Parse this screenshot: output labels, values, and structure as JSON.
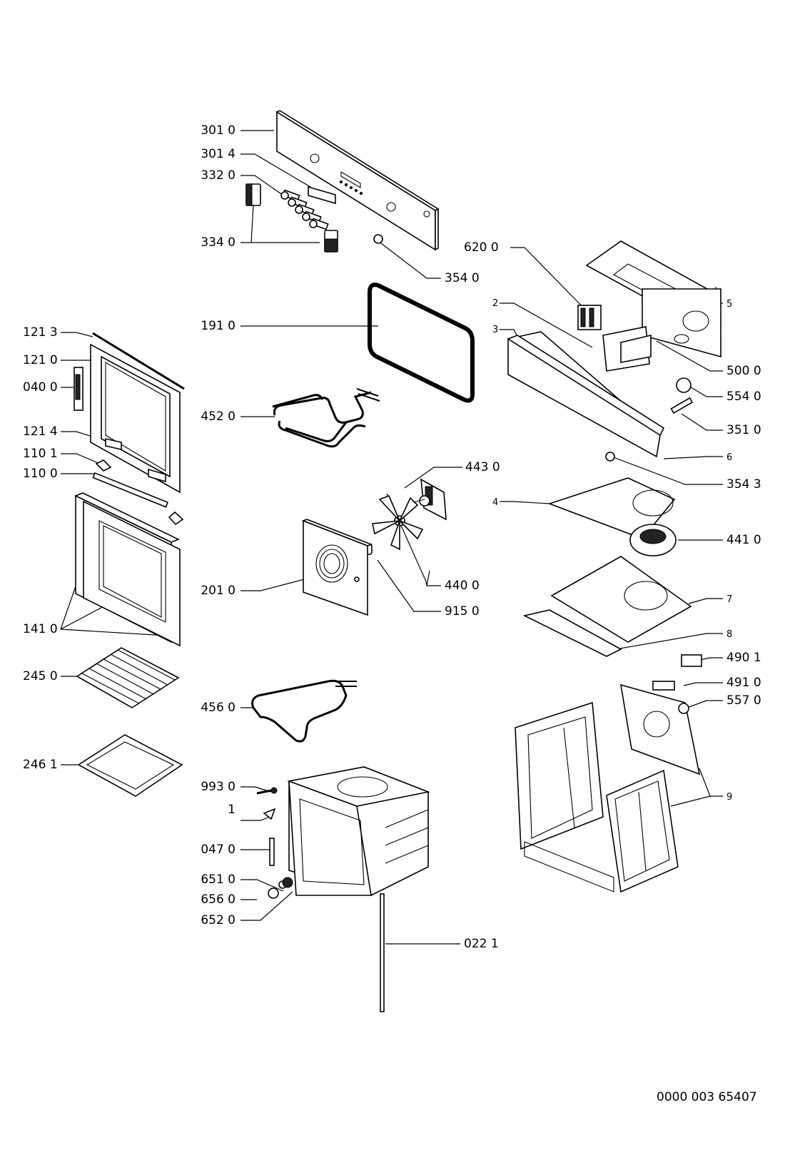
{
  "labels": {
    "p3010": "301 0",
    "p3014": "301 4",
    "p3320": "332 0",
    "p3340": "334 0",
    "p3540": "354 0",
    "p1910": "191 0",
    "p1213": "121 3",
    "p1210": "121 0",
    "p0400": "040 0",
    "p1214": "121 4",
    "p1101": "110 1",
    "p1100": "110 0",
    "p4520": "452 0",
    "p4430": "443 0",
    "p2010": "201 0",
    "p4400": "440 0",
    "p9150": "915 0",
    "p1410": "141 0",
    "p2450": "245 0",
    "p4560": "456 0",
    "p2461": "246 1",
    "p9930": "993 0",
    "p1": "1",
    "p0470": "047 0",
    "p6510": "651 0",
    "p6560": "656 0",
    "p6520": "652 0",
    "p0221": "022 1",
    "p6200": "620 0",
    "p2": "2",
    "p3": "3",
    "p5": "5",
    "p5000": "500 0",
    "p5540": "554 0",
    "p3510": "351 0",
    "p6": "6",
    "p3543": "354 3",
    "p4": "4",
    "p4410": "441 0",
    "p7": "7",
    "p8": "8",
    "p4901": "490 1",
    "p4910": "491 0",
    "p5570": "557 0",
    "p9": "9"
  },
  "document_number": "0000 003 65407"
}
